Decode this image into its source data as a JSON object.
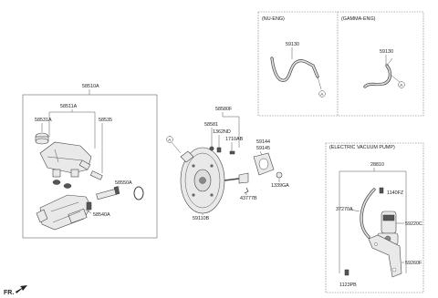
{
  "labels": {
    "nu_eng": "(NU-ENG)",
    "gamma_eng": "(GAMMA-ENG)",
    "evp": "(ELECTRIC VACUUM PUMP)",
    "p59130_a": "59130",
    "p59130_b": "59130",
    "p58510A": "58510A",
    "p58511A": "58511A",
    "p58531A": "58531A",
    "p58535": "58535",
    "p58550A": "58550A",
    "p58540A": "58540A",
    "p58580F": "58580F",
    "p58581": "58581",
    "p1362ND": "1362ND",
    "p1710AB": "1710AB",
    "p59144": "59144",
    "p59145": "59145",
    "p1339GA": "1339GA",
    "p43777B": "43777B",
    "p59110B": "59110B",
    "p28810": "28810",
    "p1140FZ": "1140FZ",
    "p37270A": "37270A",
    "p59220C": "59220C",
    "p59260F": "59260F",
    "p1123PB": "1123PB",
    "ref_a1": "A",
    "ref_a2": "A",
    "ref_a3": "A",
    "fr": "FR."
  }
}
